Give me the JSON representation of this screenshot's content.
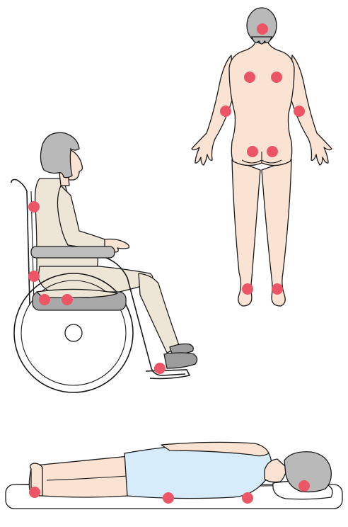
{
  "colors": {
    "skin": "#fbe3d4",
    "outline": "#1a1a1a",
    "hair": "#b9b9b9",
    "clothing": "#ede5d5",
    "gown": "#d6ecfa",
    "shoe": "#9c9c9c",
    "armrest": "#bdbdbd",
    "seat": "#a9a9a9",
    "mattress": "#ffffff",
    "pressure_point": "#ec5566"
  },
  "figures": {
    "standing_back": {
      "pressure_points": [
        "occiput",
        "left-scapula",
        "right-scapula",
        "left-elbow",
        "right-elbow",
        "left-buttock",
        "right-buttock",
        "left-heel",
        "right-heel"
      ]
    },
    "seated_wheelchair": {
      "pressure_points": [
        "scapula",
        "sacrum",
        "ischial-tuberosity",
        "thigh",
        "heel"
      ]
    },
    "lying_side": {
      "pressure_points": [
        "heel",
        "hip",
        "shoulder",
        "ear"
      ]
    }
  }
}
